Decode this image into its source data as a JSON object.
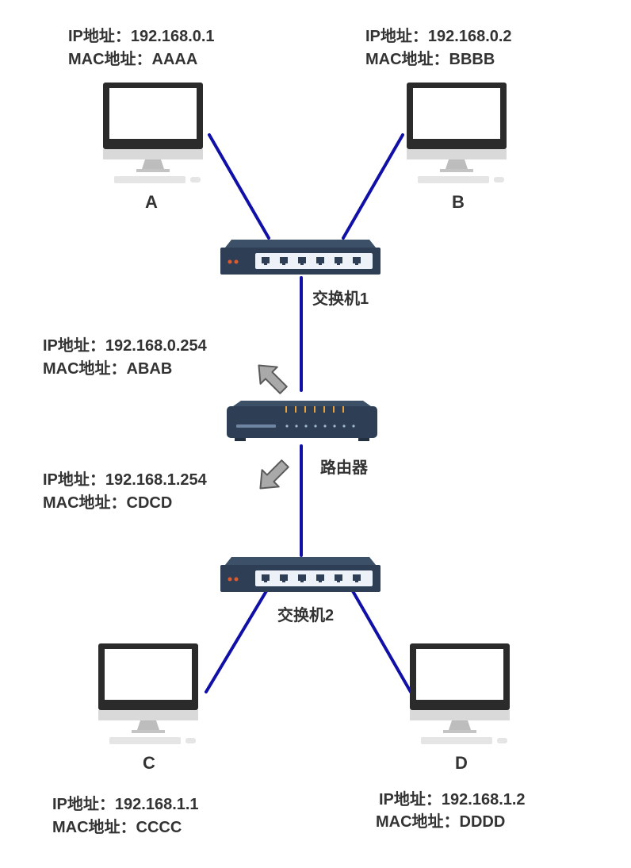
{
  "hosts": [
    {
      "id": "A",
      "name": "A",
      "ip_label": "IP地址：192.168.0.1",
      "mac_label": "MAC地址：AAAA"
    },
    {
      "id": "B",
      "name": "B",
      "ip_label": "IP地址：192.168.0.2",
      "mac_label": "MAC地址：BBBB"
    },
    {
      "id": "C",
      "name": "C",
      "ip_label": "IP地址：192.168.1.1",
      "mac_label": "MAC地址：CCCC"
    },
    {
      "id": "D",
      "name": "D",
      "ip_label": "IP地址：192.168.1.2",
      "mac_label": "MAC地址：DDDD"
    }
  ],
  "switches": [
    {
      "id": "switch1",
      "name": "交换机1"
    },
    {
      "id": "switch2",
      "name": "交换机2"
    }
  ],
  "router": {
    "name": "路由器",
    "interfaces": [
      {
        "ip_label": "IP地址：192.168.0.254",
        "mac_label": "MAC地址：ABAB"
      },
      {
        "ip_label": "IP地址：192.168.1.254",
        "mac_label": "MAC地址：CDCD"
      }
    ]
  },
  "colors": {
    "link": "#1010a8",
    "device": "#2e3f55",
    "port_panel": "#ecf2f8",
    "arrow": "#a9a9a9",
    "text": "#333333"
  },
  "links": [
    [
      "A",
      "switch1"
    ],
    [
      "B",
      "switch1"
    ],
    [
      "switch1",
      "router"
    ],
    [
      "router",
      "switch2"
    ],
    [
      "switch2",
      "C"
    ],
    [
      "switch2",
      "D"
    ]
  ]
}
